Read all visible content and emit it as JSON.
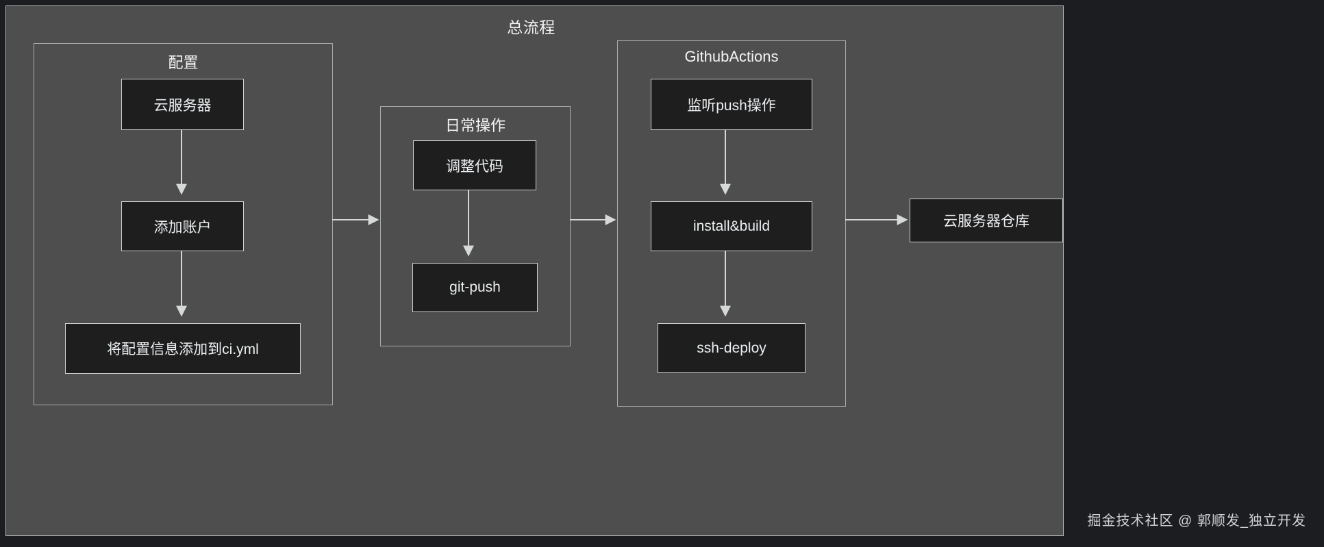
{
  "diagram": {
    "title": "总流程",
    "background_color": "#1c1d21",
    "group_fill_color": "#4d4e4d",
    "node_fill_color": "#1e1e1e",
    "stroke_color": "#cfd1d0",
    "text_color": "#eceff1"
  },
  "groups": {
    "config": {
      "title": "配置"
    },
    "daily": {
      "title": "日常操作"
    },
    "actions": {
      "title": "GithubActions"
    }
  },
  "nodes": {
    "cloud_server": "云服务器",
    "add_account": "添加账户",
    "ci_yml": "将配置信息添加到ci.yml",
    "adjust_code": "调整代码",
    "git_push": "git-push",
    "listen_push": "监听push操作",
    "install_build": "install&build",
    "ssh_deploy": "ssh-deploy",
    "cloud_repo": "云服务器仓库"
  },
  "watermark": {
    "text": "掘金技术社区 @ 郭顺发_独立开发"
  }
}
